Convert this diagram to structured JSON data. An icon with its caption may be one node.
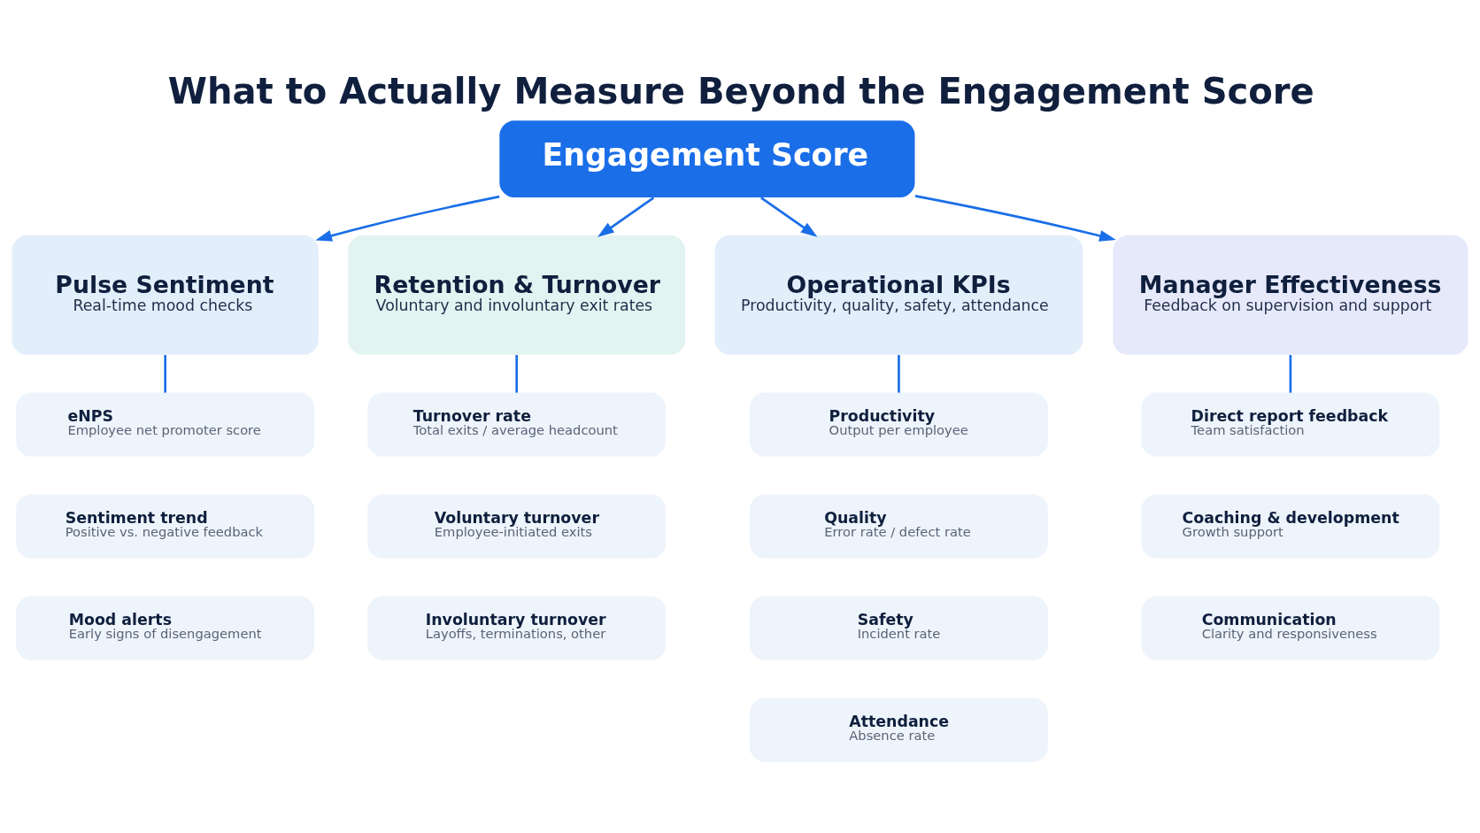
{
  "diagram": {
    "title": "What to Actually Measure Beyond the Engagement Score",
    "nodes": [
      {
        "text": [
          "Engagement Score"
        ]
      },
      {
        "text": [
          "Pulse Sentiment",
          "Real-time mood checks"
        ]
      },
      {
        "text": [
          "eNPS",
          "Employee net promoter score"
        ]
      },
      {
        "text": [
          "Sentiment trend",
          "Positive vs. negative feedback"
        ]
      },
      {
        "text": [
          "Mood alerts",
          "Early signs of disengagement"
        ]
      },
      {
        "text": [
          "Retention & Turnover",
          "Voluntary and involuntary exit rates"
        ]
      },
      {
        "text": [
          "Turnover rate",
          "Total exits / average headcount"
        ]
      },
      {
        "text": [
          "Voluntary turnover",
          "Employee-initiated exits"
        ]
      },
      {
        "text": [
          "Involuntary turnover",
          "Layoffs, terminations, other"
        ]
      },
      {
        "text": [
          "Operational KPIs",
          "Productivity, quality, safety, attendance"
        ]
      },
      {
        "text": [
          "Productivity",
          "Output per employee"
        ]
      },
      {
        "text": [
          "Quality",
          "Error rate / defect rate"
        ]
      },
      {
        "text": [
          "Safety",
          "Incident rate"
        ]
      },
      {
        "text": [
          "Attendance",
          "Absence rate"
        ]
      },
      {
        "text": [
          "Manager Effectiveness",
          "Feedback on supervision and support"
        ]
      },
      {
        "text": [
          "Direct report feedback",
          "Team satisfaction"
        ]
      },
      {
        "text": [
          "Coaching & development",
          "Growth support"
        ]
      },
      {
        "text": [
          "Communication",
          "Clarity and responsiveness"
        ]
      }
    ],
    "edges": [
      {
        "from": 0,
        "to": 1,
        "arrow": "to"
      },
      {
        "from": 0,
        "to": 5,
        "arrow": "to"
      },
      {
        "from": 0,
        "to": 9,
        "arrow": "to"
      },
      {
        "from": 0,
        "to": 14,
        "arrow": "to"
      },
      {
        "from": 1,
        "to": 2,
        "arrow": "none"
      },
      {
        "from": 5,
        "to": 6,
        "arrow": "none"
      },
      {
        "from": 9,
        "to": 10,
        "arrow": "none"
      },
      {
        "from": 14,
        "to": 15,
        "arrow": "none"
      }
    ]
  }
}
